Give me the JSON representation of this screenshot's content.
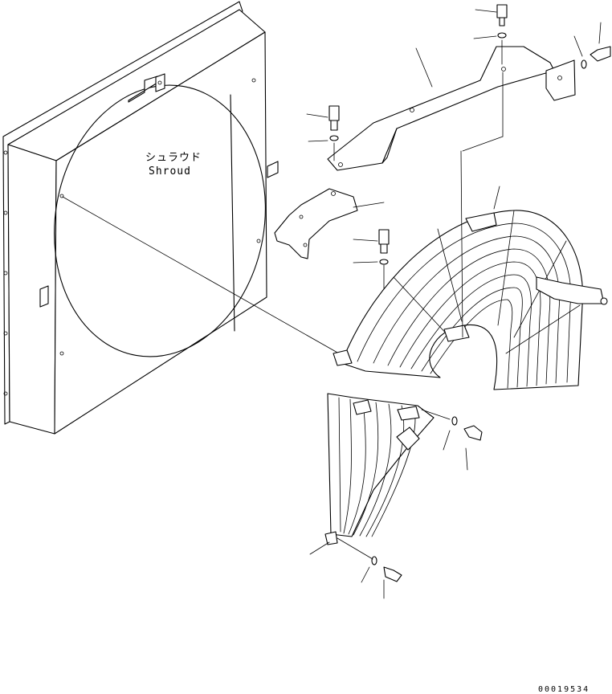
{
  "labels": {
    "shroud_jp": "シュラウド",
    "shroud_en": "Shroud"
  },
  "drawing_code": "00019534"
}
